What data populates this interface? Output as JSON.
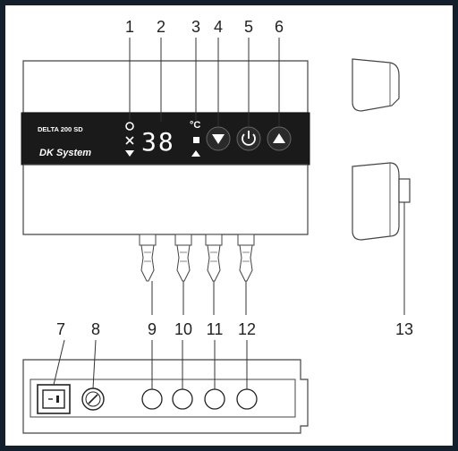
{
  "device": {
    "model_label": "DELTA 200 SD",
    "brand_label": "DK System",
    "display_value": "38",
    "unit_label": "°C"
  },
  "callouts": [
    "1",
    "2",
    "3",
    "4",
    "5",
    "6",
    "7",
    "8",
    "9",
    "10",
    "11",
    "12",
    "13"
  ],
  "colors": {
    "background": "#13202b",
    "panel": "#1a1a1a",
    "outline": "#444444",
    "housing_fill": "#ffffff"
  },
  "icons": {
    "button_4": "triangle-down-icon",
    "button_5": "power-icon",
    "button_6": "triangle-up-icon",
    "switch_7": "rocker-switch-icon",
    "fuse_8": "fuse-holder-icon"
  }
}
